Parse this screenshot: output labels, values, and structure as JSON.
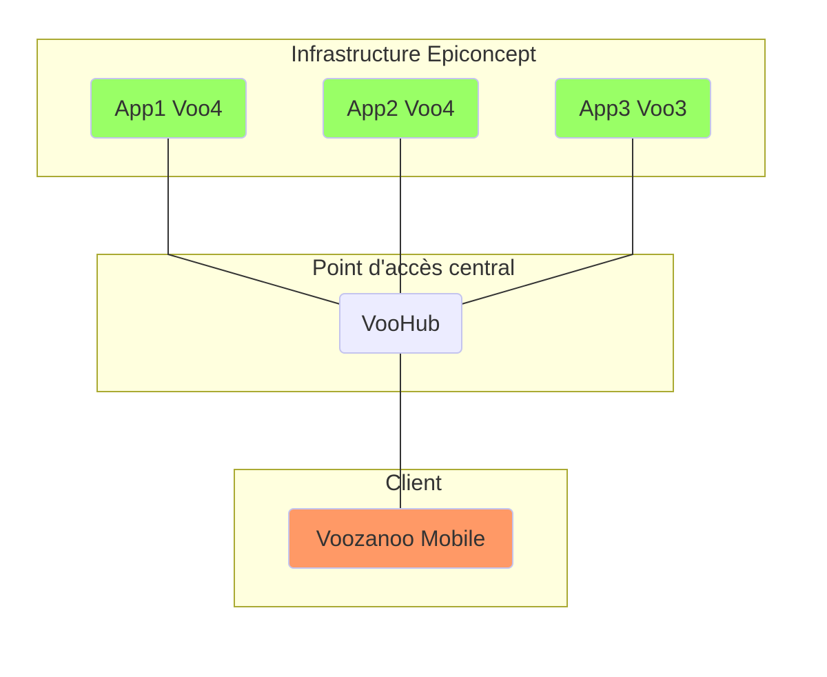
{
  "clusters": {
    "infra": {
      "title": "Infrastructure Epiconcept"
    },
    "access": {
      "title": "Point d'accès central"
    },
    "client": {
      "title": "Client"
    }
  },
  "nodes": {
    "app1": {
      "label": "App1 Voo4",
      "fill": "#99ff66"
    },
    "app2": {
      "label": "App2 Voo4",
      "fill": "#99ff66"
    },
    "app3": {
      "label": "App3 Voo3",
      "fill": "#99ff66"
    },
    "hub": {
      "label": "VooHub",
      "fill": "#ececff"
    },
    "mobile": {
      "label": "Voozanoo Mobile",
      "fill": "#ff9966"
    }
  },
  "edges": [
    {
      "from": "app1",
      "to": "hub"
    },
    {
      "from": "app2",
      "to": "hub"
    },
    {
      "from": "app3",
      "to": "hub"
    },
    {
      "from": "hub",
      "to": "mobile"
    }
  ],
  "colors": {
    "cluster_fill": "#ffffde",
    "cluster_border": "#aaaa33",
    "node_border": "#c4c4ee",
    "edge": "#333333",
    "text": "#333333"
  }
}
